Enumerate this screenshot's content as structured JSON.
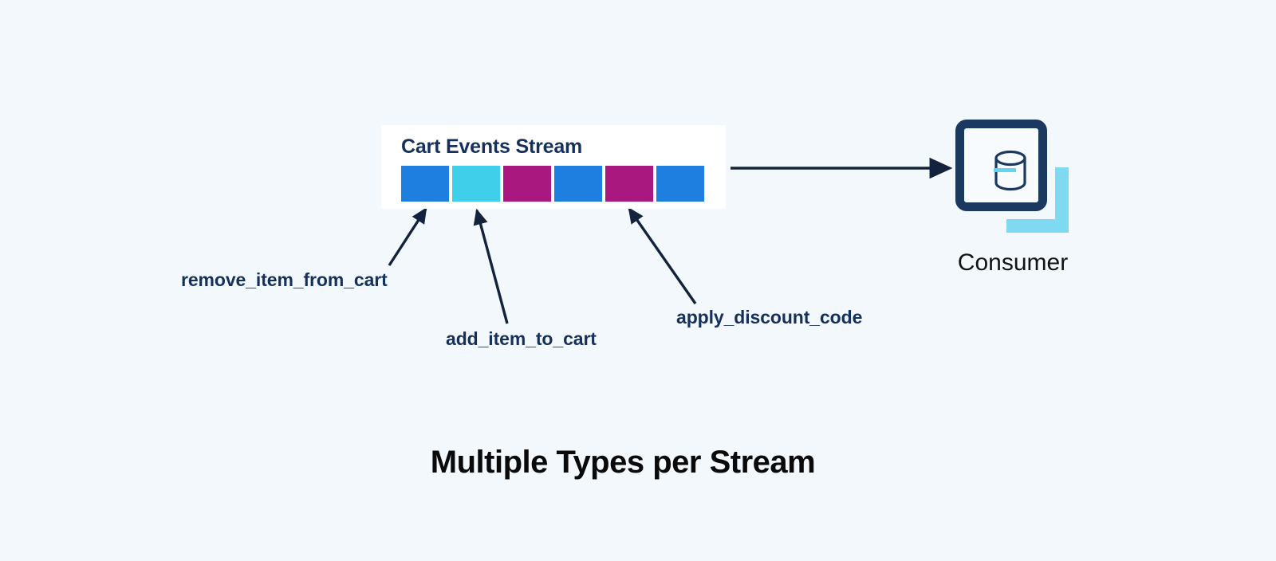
{
  "canvas": {
    "background_color": "#f2f8fc",
    "caption": "Multiple Types per Stream"
  },
  "stream": {
    "title": "Cart Events Stream",
    "card_background": "#ffffff",
    "title_color": "#16305c",
    "segments": [
      {
        "index": 1,
        "event_type": "remove_item_from_cart",
        "color": "#1e7fe0"
      },
      {
        "index": 2,
        "event_type": "add_item_to_cart",
        "color": "#3fcfea"
      },
      {
        "index": 3,
        "event_type": "apply_discount_code",
        "color": "#a8187e"
      },
      {
        "index": 4,
        "event_type": "remove_item_from_cart",
        "color": "#1e7fe0"
      },
      {
        "index": 5,
        "event_type": "apply_discount_code",
        "color": "#a8187e"
      },
      {
        "index": 6,
        "event_type": "remove_item_from_cart",
        "color": "#1e7fe0"
      }
    ]
  },
  "annotations": [
    {
      "id": "remove-item",
      "label": "remove_item_from_cart",
      "points_to_segment": 1
    },
    {
      "id": "add-item",
      "label": "add_item_to_cart",
      "points_to_segment": 2
    },
    {
      "id": "apply-discount",
      "label": "apply_discount_code",
      "points_to_segment": 5
    }
  ],
  "consumer": {
    "label": "Consumer",
    "icon": "database-cylinder-icon",
    "box_color": "#1b3861",
    "accent_color": "#7fd9f0"
  },
  "flow_arrow": {
    "from": "stream",
    "to": "consumer",
    "color": "#1b2a46"
  }
}
